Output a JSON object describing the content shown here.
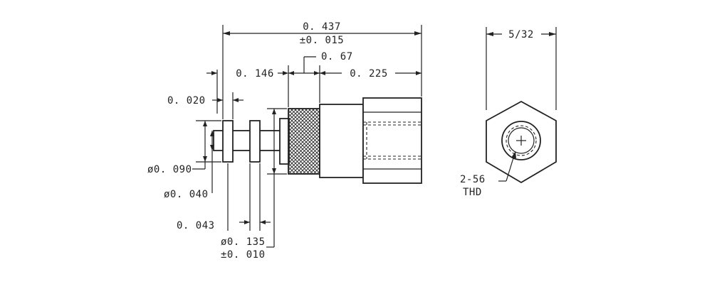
{
  "dimensions": {
    "overall_length": "0. 437",
    "overall_tol": "±0. 015",
    "knurl_len": "0. 67",
    "pin_len": "0. 146",
    "body_len": "0. 225",
    "flange_thk": "0. 020",
    "flange_dia": "ø0. 090",
    "pin_dia": "ø0. 040",
    "head_len": "0. 043",
    "collar_dia": "ø0. 135",
    "collar_tol": "±0. 010",
    "hex_across": "5/32",
    "thread": "2-56",
    "thread_note": "THD"
  }
}
